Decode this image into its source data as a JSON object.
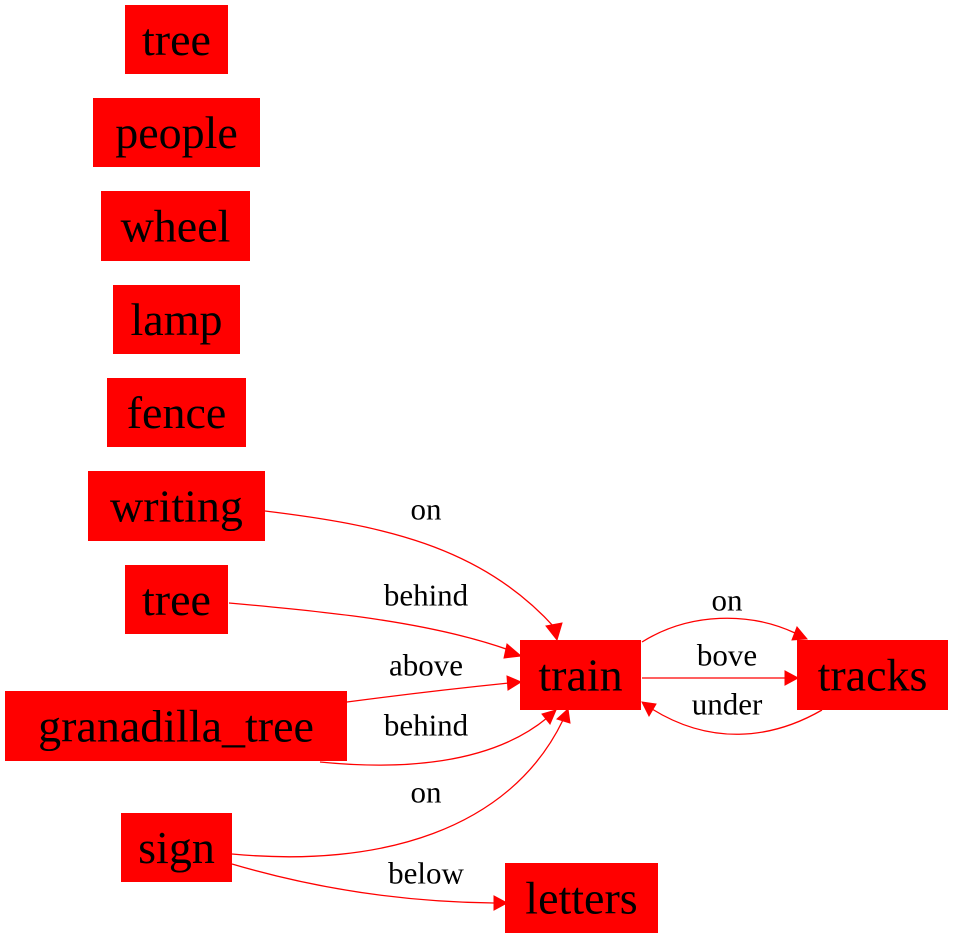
{
  "colors": {
    "node_fill": "#ff0000",
    "edge_stroke": "#ff0000",
    "text": "#000000",
    "background": "#ffffff"
  },
  "nodes": [
    {
      "id": "tree_1",
      "label": "tree"
    },
    {
      "id": "people",
      "label": "people"
    },
    {
      "id": "wheel",
      "label": "wheel"
    },
    {
      "id": "lamp",
      "label": "lamp"
    },
    {
      "id": "fence",
      "label": "fence"
    },
    {
      "id": "writing",
      "label": "writing"
    },
    {
      "id": "tree_2",
      "label": "tree"
    },
    {
      "id": "granadilla_tree",
      "label": "granadilla_tree"
    },
    {
      "id": "sign",
      "label": "sign"
    },
    {
      "id": "train",
      "label": "train"
    },
    {
      "id": "tracks",
      "label": "tracks"
    },
    {
      "id": "letters",
      "label": "letters"
    }
  ],
  "edges": [
    {
      "from": "writing",
      "to": "train",
      "label": "on"
    },
    {
      "from": "tree_2",
      "to": "train",
      "label": "behind"
    },
    {
      "from": "granadilla_tree",
      "to": "train",
      "label": "above"
    },
    {
      "from": "granadilla_tree",
      "to": "train",
      "label": "behind"
    },
    {
      "from": "sign",
      "to": "train",
      "label": "on"
    },
    {
      "from": "sign",
      "to": "letters",
      "label": "below"
    },
    {
      "from": "train",
      "to": "tracks",
      "label": "on"
    },
    {
      "from": "train",
      "to": "tracks",
      "label": "bove"
    },
    {
      "from": "tracks",
      "to": "train",
      "label": "under"
    }
  ]
}
